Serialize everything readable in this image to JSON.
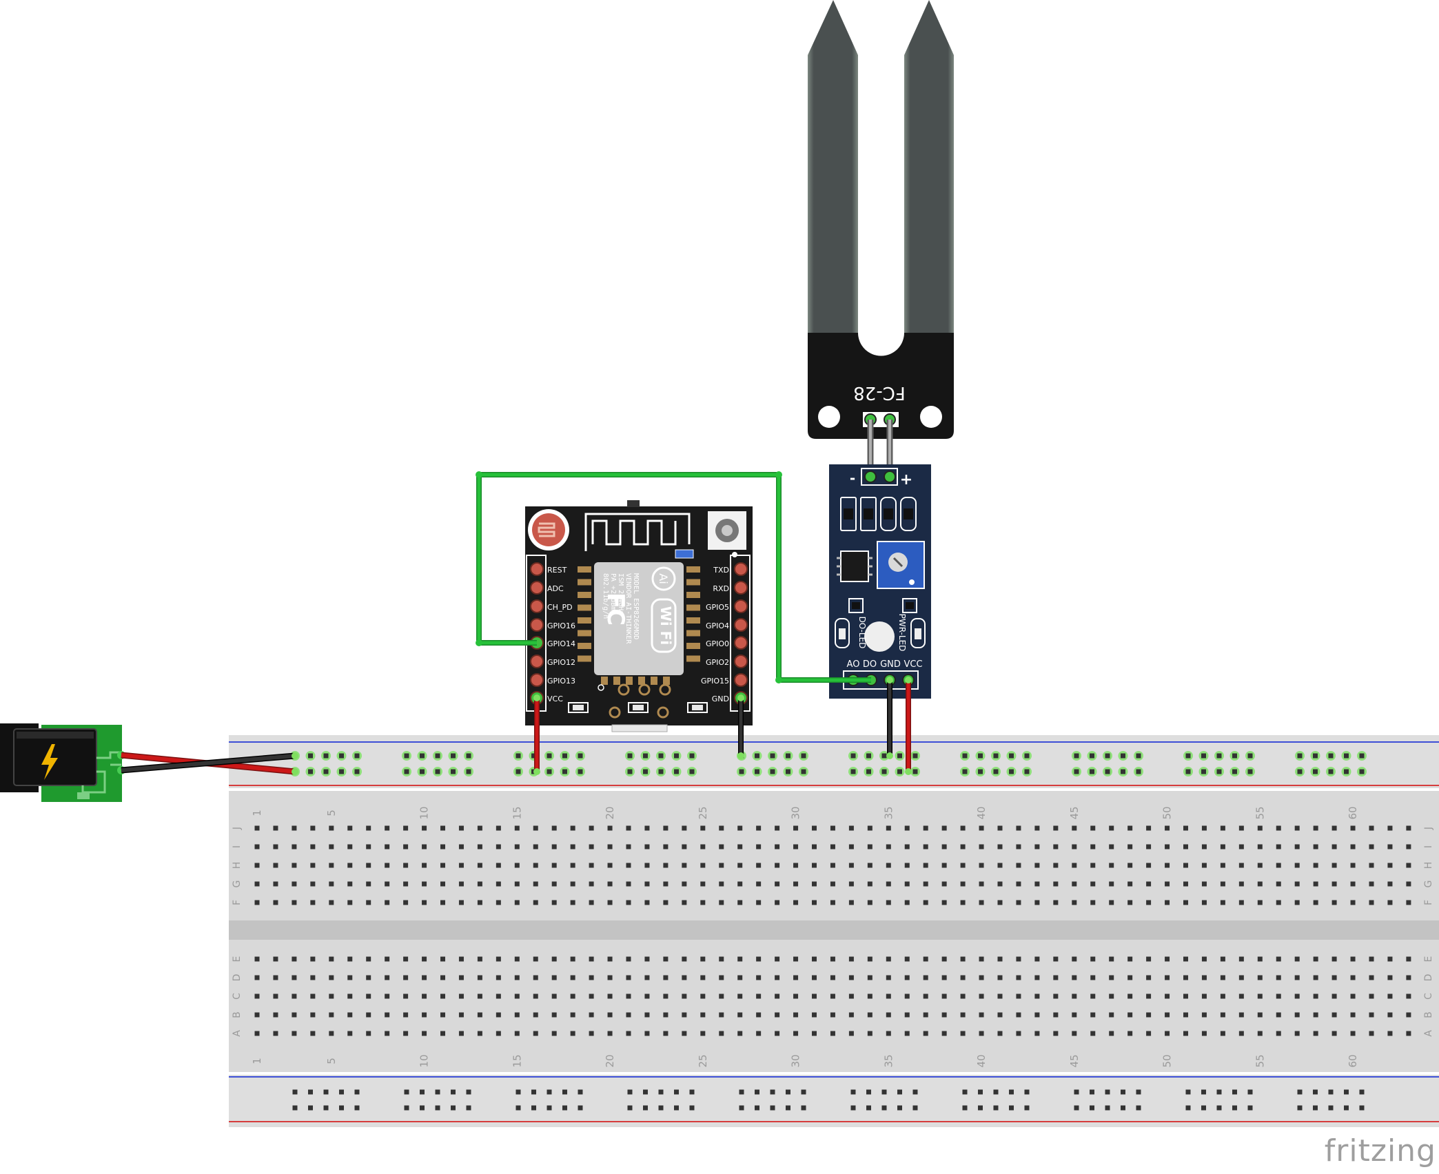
{
  "brand": "fritzing",
  "sensor": {
    "model_label": "FC-28"
  },
  "module": {
    "pin_minus": "-",
    "pin_plus": "+",
    "do_led_label": "DO-LED",
    "pwr_led_label": "PWR-LED",
    "pins": [
      "AO",
      "DO",
      "GND",
      "VCC"
    ]
  },
  "esp": {
    "left_pins": [
      "REST",
      "ADC",
      "CH_PD",
      "GPIO16",
      "GPIO14",
      "GPIO12",
      "GPIO13",
      "VCC"
    ],
    "right_pins": [
      "TXD",
      "RXD",
      "GPIO5",
      "GPIO4",
      "GPIO0",
      "GPIO2",
      "GPIO15",
      "GND"
    ],
    "chip_lines": [
      "MODEL",
      "VENDOR",
      "ISM",
      "PA",
      "802.11b/g/n"
    ],
    "chip_values": [
      "ESP8266MOD",
      "AI-THINKER",
      "2.4GHz",
      "+25dBm",
      ""
    ],
    "wifi_text": "Wi Fi",
    "fcc_text": "FC",
    "ai_text": "Ai"
  },
  "breadboard": {
    "column_numbers": [
      "1",
      "5",
      "10",
      "15",
      "20",
      "25",
      "30",
      "35",
      "40",
      "45",
      "50",
      "55",
      "60"
    ],
    "rows_top": [
      "J",
      "I",
      "H",
      "G",
      "F"
    ],
    "rows_bottom": [
      "E",
      "D",
      "C",
      "B",
      "A"
    ]
  },
  "colors": {
    "wire_green": "#27c13a",
    "wire_red": "#cc1818",
    "wire_black": "#1e1e1e",
    "rail_blue": "#3d4fd6",
    "rail_red": "#d63d3d",
    "board_pcb": "#1b2a45",
    "esp_pcb": "#1a1a1a",
    "probe_metal": "#4a5050",
    "power_pcb": "#1f9a2e"
  }
}
